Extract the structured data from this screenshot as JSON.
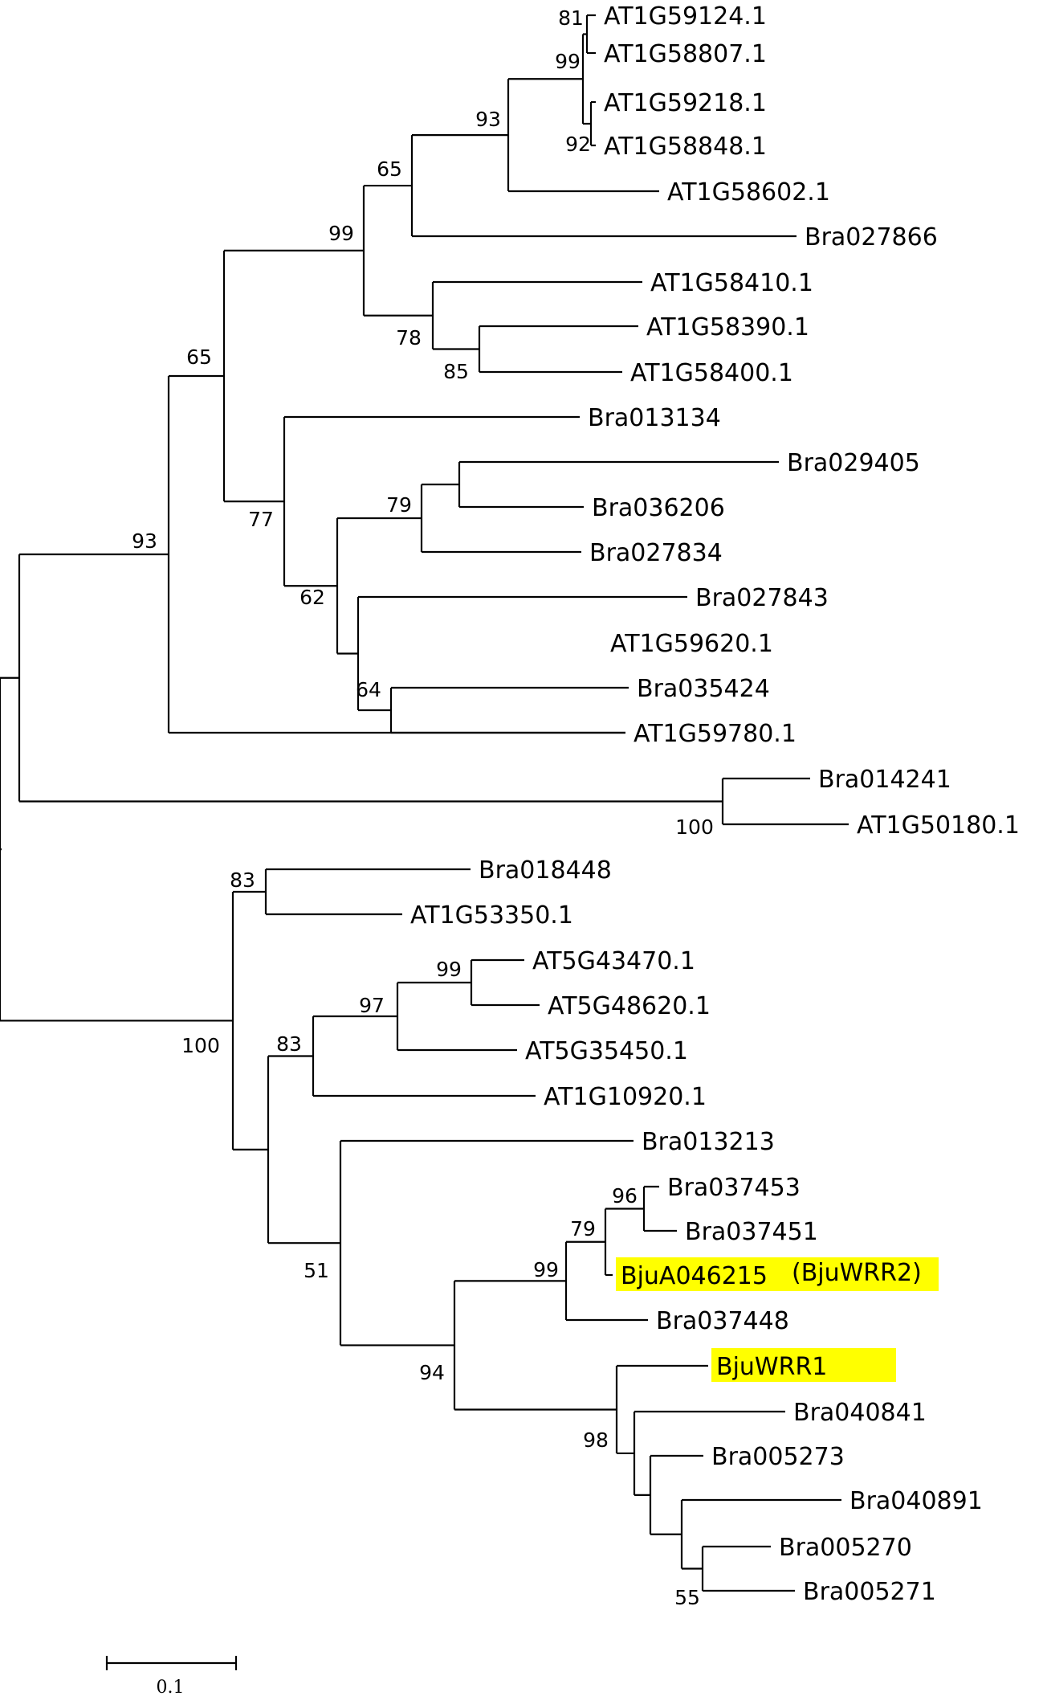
{
  "leaves": [
    {
      "name": "AT1G59124.1"
    },
    {
      "name": "AT1G58807.1"
    },
    {
      "name": "AT1G59218.1"
    },
    {
      "name": "AT1G58848.1"
    },
    {
      "name": "AT1G58602.1"
    },
    {
      "name": "Bra027866"
    },
    {
      "name": "AT1G58410.1"
    },
    {
      "name": "AT1G58390.1"
    },
    {
      "name": "AT1G58400.1"
    },
    {
      "name": "Bra013134"
    },
    {
      "name": "Bra029405"
    },
    {
      "name": "Bra036206"
    },
    {
      "name": "Bra027834"
    },
    {
      "name": "Bra027843"
    },
    {
      "name": "AT1G59620.1"
    },
    {
      "name": "Bra035424"
    },
    {
      "name": "AT1G59780.1"
    },
    {
      "name": "Bra014241"
    },
    {
      "name": "AT1G50180.1"
    },
    {
      "name": "Bra018448"
    },
    {
      "name": "AT1G53350.1"
    },
    {
      "name": "AT5G43470.1"
    },
    {
      "name": "AT5G48620.1"
    },
    {
      "name": "AT5G35450.1"
    },
    {
      "name": "AT1G10920.1"
    },
    {
      "name": "Bra013213"
    },
    {
      "name": "Bra037453"
    },
    {
      "name": "Bra037451"
    },
    {
      "name": "BjuA046215",
      "note": "(BjuWRR2)",
      "highlighted": true
    },
    {
      "name": "Bra037448"
    },
    {
      "name": "BjuWRR1",
      "highlighted": true
    },
    {
      "name": "Bra040841"
    },
    {
      "name": "Bra005273"
    },
    {
      "name": "Bra040891"
    },
    {
      "name": "Bra005270"
    },
    {
      "name": "Bra005271"
    }
  ],
  "bootstrap_values": [
    "81",
    "99",
    "92",
    "93",
    "65",
    "99",
    "78",
    "85",
    "65",
    "79",
    "77",
    "62",
    "64",
    "93",
    "100",
    "83",
    "99",
    "97",
    "83",
    "100",
    "96",
    "79",
    "99",
    "51",
    "94",
    "98",
    "55"
  ],
  "scale_bar": {
    "label": "0.1",
    "units": 0.1
  },
  "highlight_color": "#ffff00"
}
